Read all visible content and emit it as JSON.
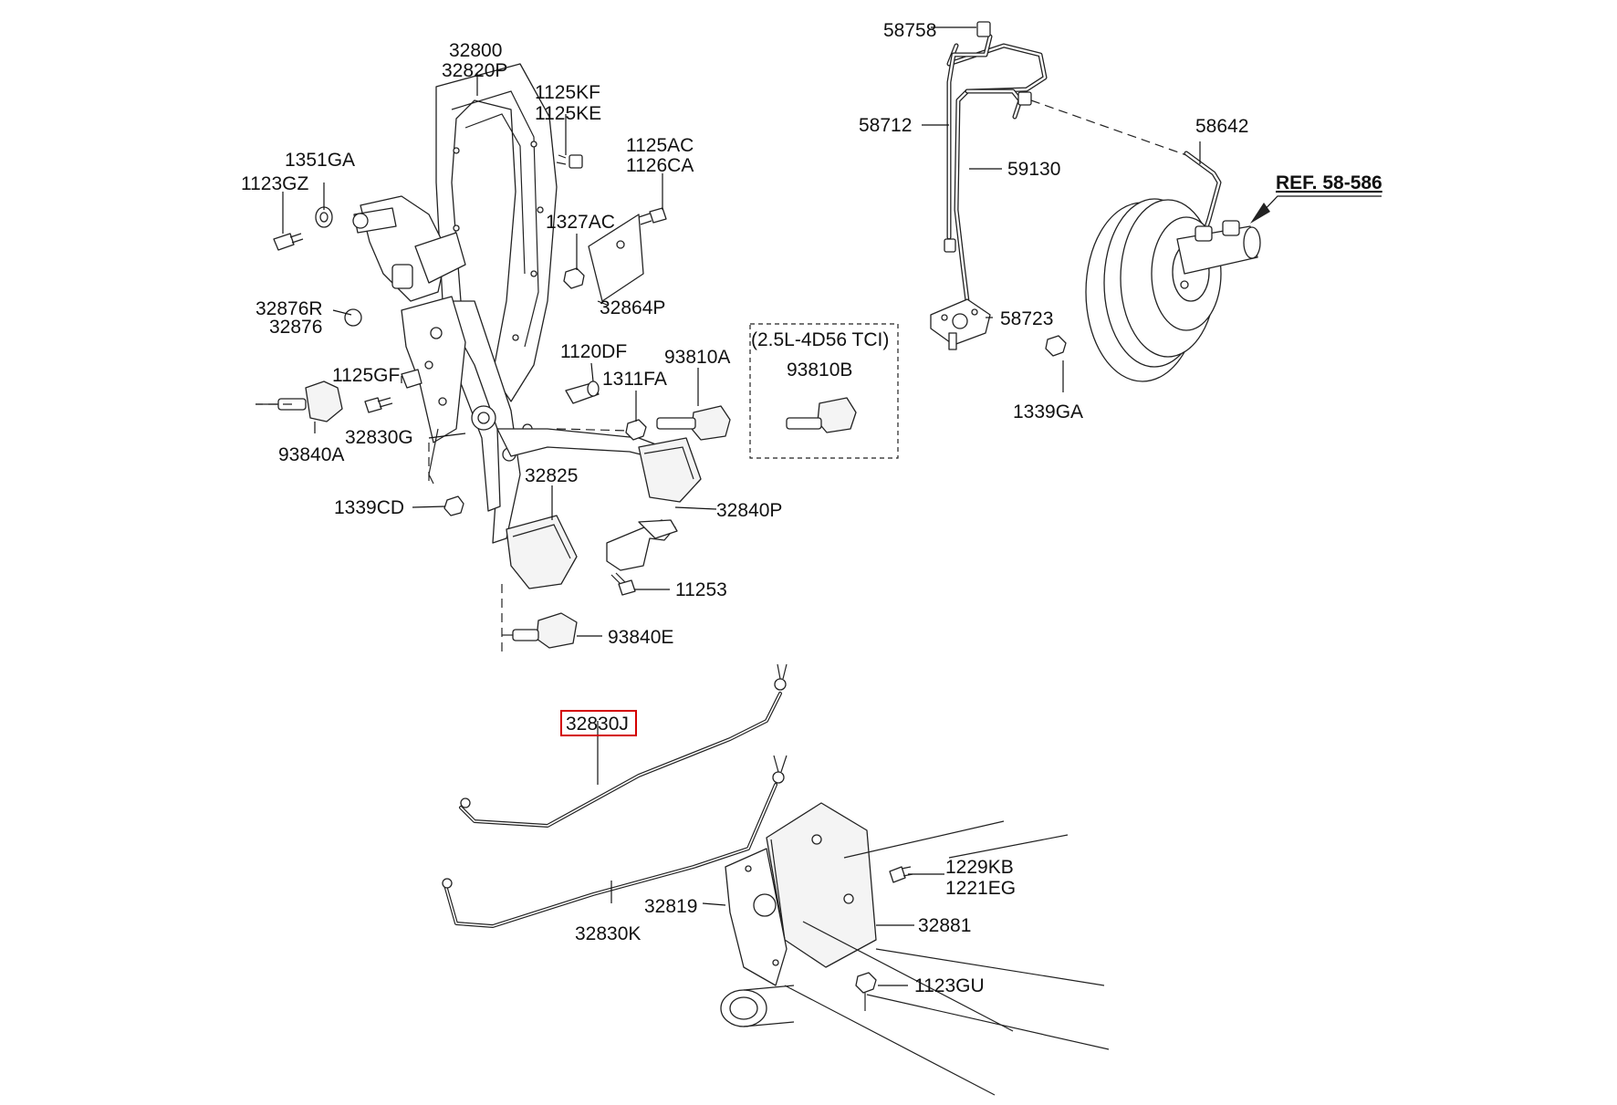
{
  "parts": {
    "p32800": "32800",
    "p32820P": "32820P",
    "p1125KF": "1125KF",
    "p1125KE": "1125KE",
    "p1351GA": "1351GA",
    "p1123GZ": "1123GZ",
    "p1125AC": "1125AC",
    "p1126CA": "1126CA",
    "p1327AC": "1327AC",
    "p32864P": "32864P",
    "p32876R": "32876R",
    "p32876": "32876",
    "p1120DF": "1120DF",
    "p1311FA": "1311FA",
    "p93810A": "93810A",
    "p1125GF": "1125GF",
    "p32830G": "32830G",
    "p93840A": "93840A",
    "p32825": "32825",
    "p1339CD": "1339CD",
    "p32840P": "32840P",
    "p11253": "11253",
    "p93840E": "93840E",
    "p32830J": "32830J",
    "p32830K": "32830K",
    "p32819": "32819",
    "p1229KB": "1229KB",
    "p1221EG": "1221EG",
    "p32881": "32881",
    "p1123GU": "1123GU",
    "p58758": "58758",
    "p58712": "58712",
    "p59130": "59130",
    "p58642": "58642",
    "p58723": "58723",
    "p1339GA": "1339GA",
    "p93810B": "93810B"
  },
  "variant_label": "(2.5L-4D56 TCI)",
  "reference_label": "REF. 58-586",
  "highlighted_part": "32830J",
  "colors": {
    "highlight": "#d40000",
    "line": "#222222",
    "background": "#ffffff"
  }
}
